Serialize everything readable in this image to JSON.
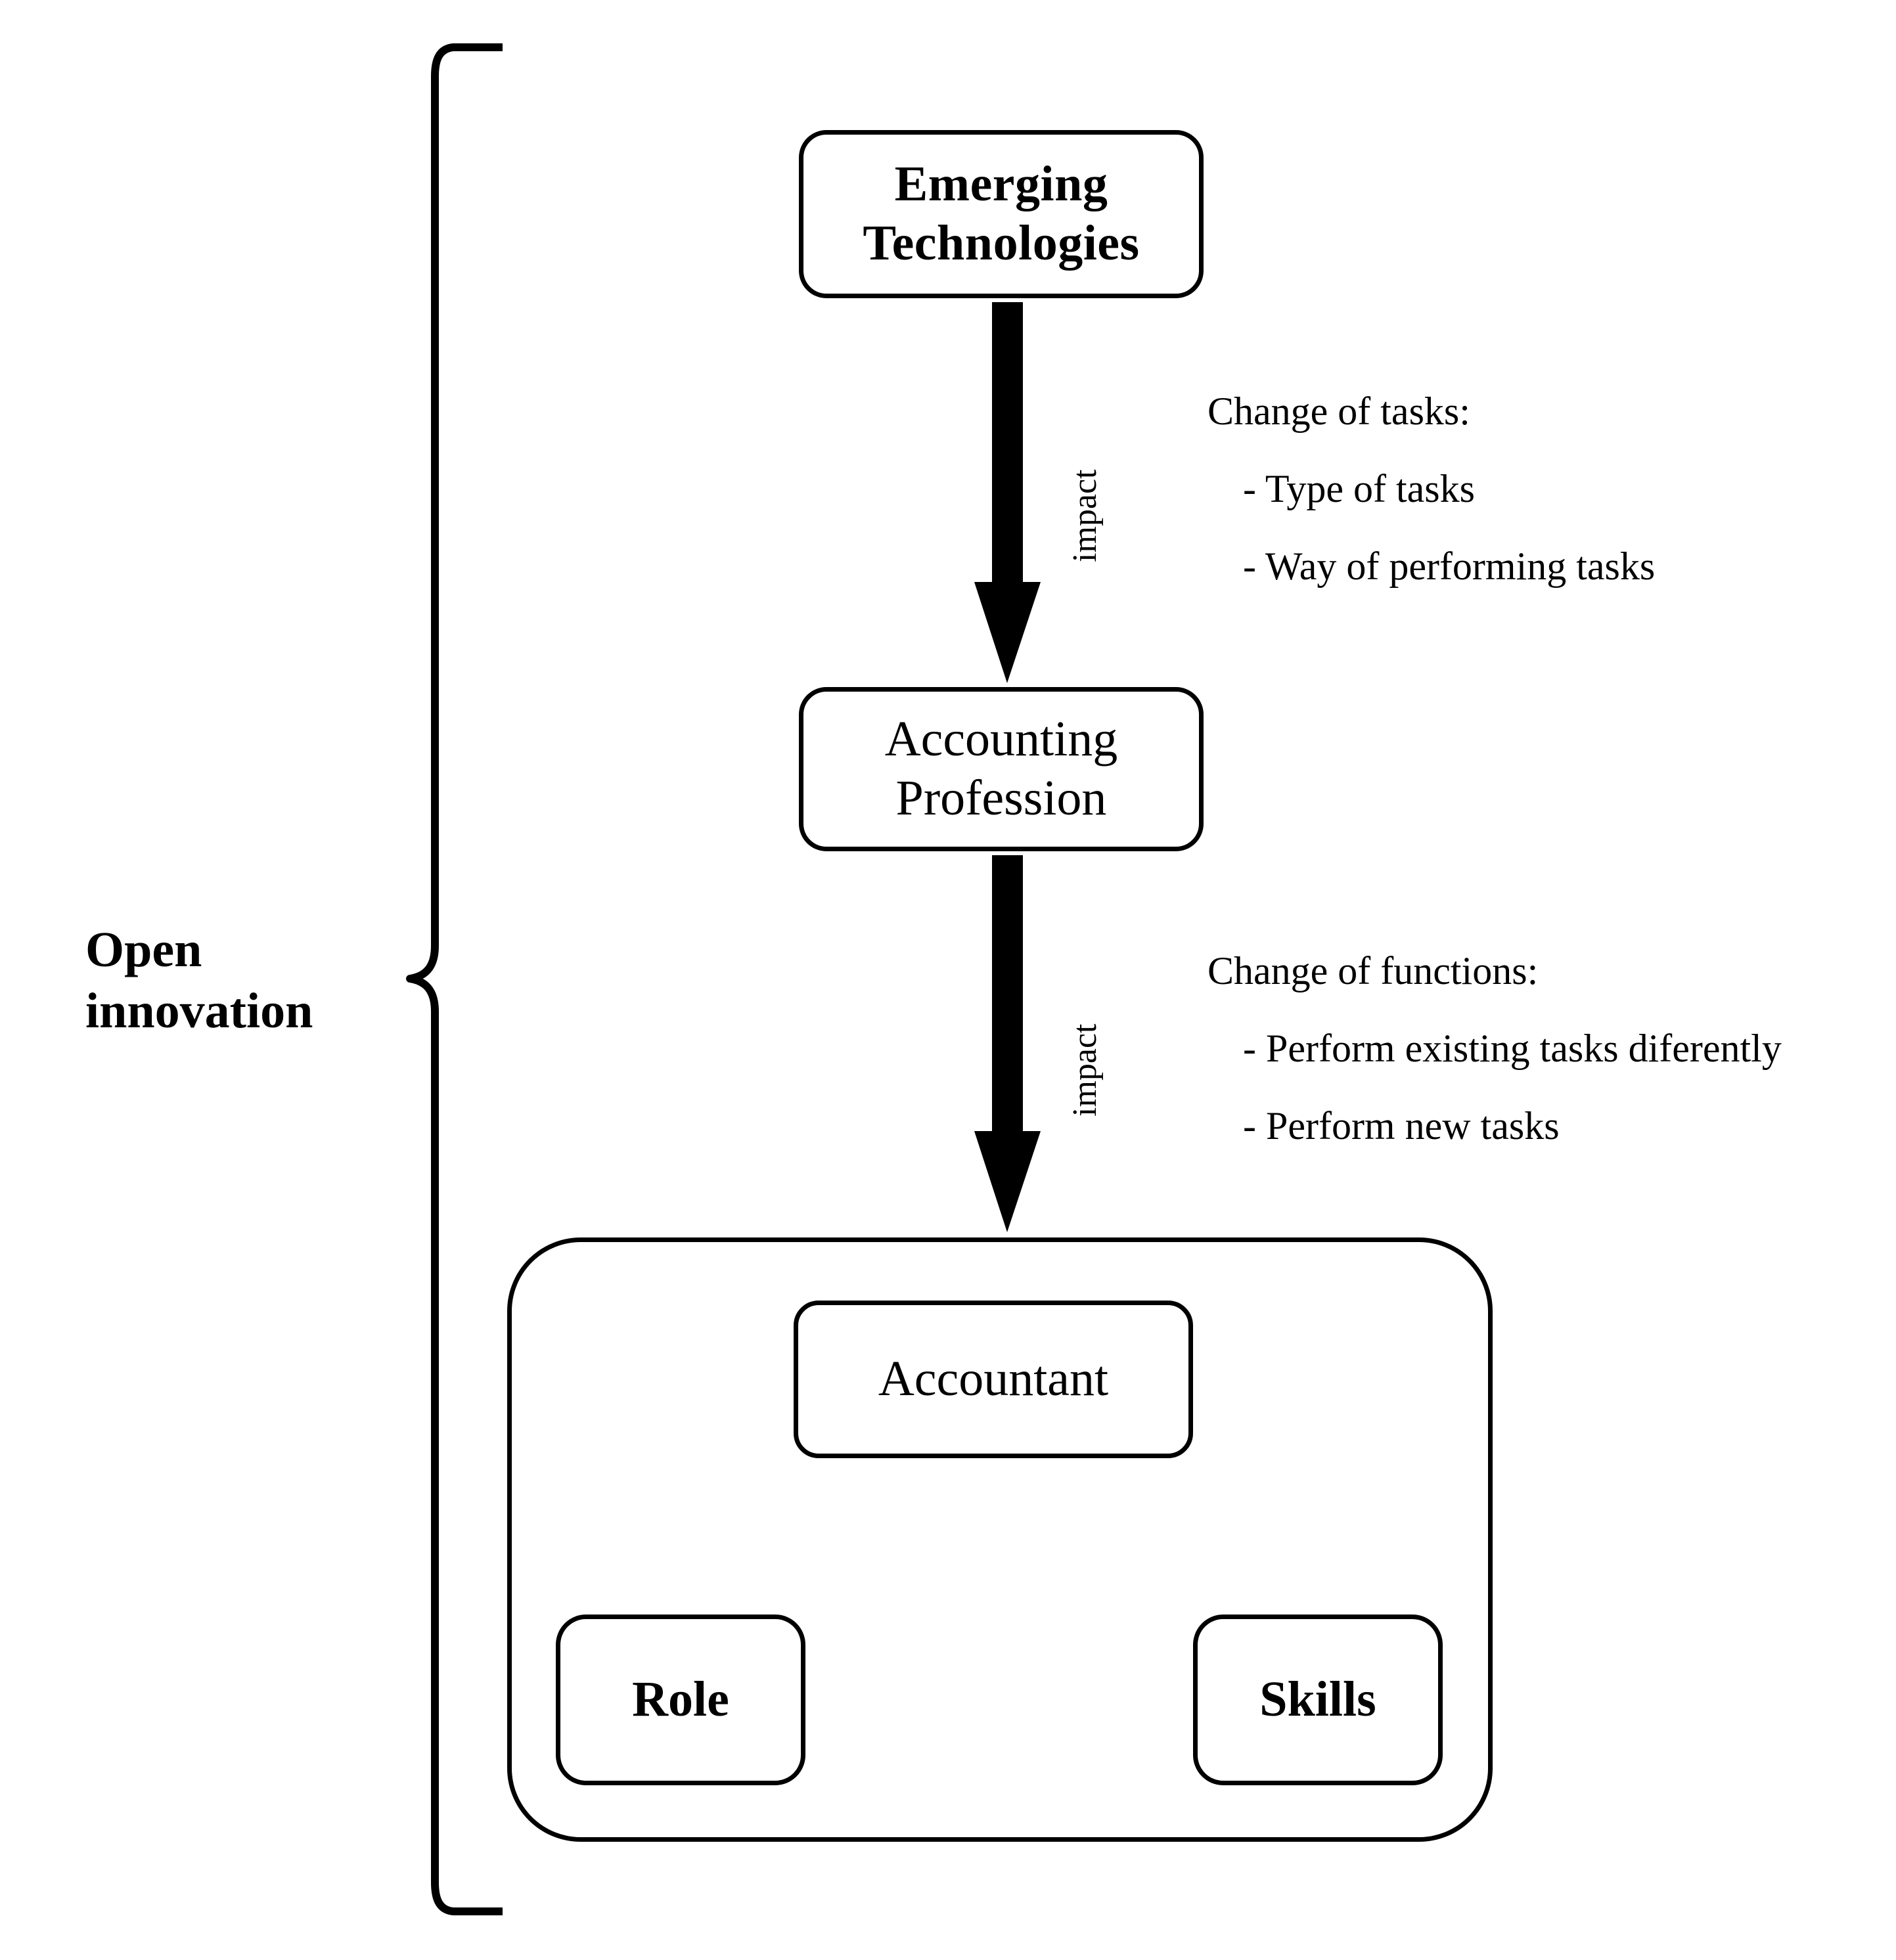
{
  "diagram": {
    "brace_label": "Open\ninnovation",
    "nodes": {
      "emerging_technologies": "Emerging\nTechnologies",
      "accounting_profession": "Accounting\nProfession",
      "accountant": "Accountant",
      "role": "Role",
      "skills": "Skills"
    },
    "edges": {
      "impact_1": "impact",
      "impact_2": "impact"
    },
    "annotations": [
      {
        "title": "Change of tasks:",
        "items": [
          "- Type of tasks",
          "- Way of performing tasks"
        ]
      },
      {
        "title": "Change of functions:",
        "items": [
          "- Perform existing tasks diferently",
          "- Perform new tasks"
        ]
      }
    ],
    "colors": {
      "stroke": "#000000",
      "background": "#ffffff"
    }
  }
}
